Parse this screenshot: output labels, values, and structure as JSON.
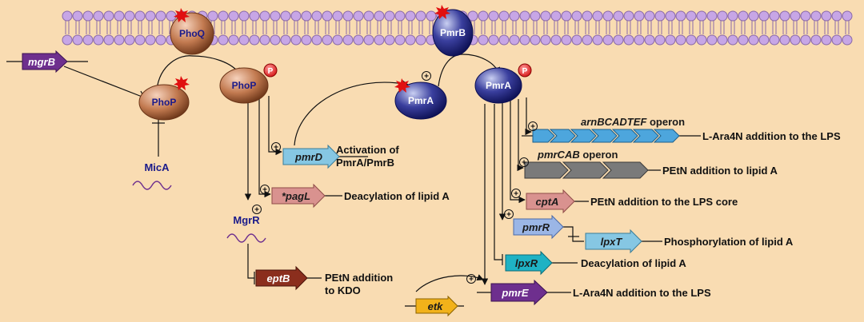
{
  "proteins": {
    "phoq": "PhoQ",
    "pmrb": "PmrB",
    "phop_inactive": "PhoP",
    "phop_active": "PhoP",
    "pmra_inactive": "PmrA",
    "pmra_active": "PmrA",
    "phospho_mark": "P"
  },
  "genes": {
    "mgrb": "mgrB",
    "pmrd": "pmrD",
    "pagl": "*pagL",
    "eptb": "eptB",
    "arn": "arnBCADTEF",
    "arn_suffix": " operon",
    "pmrcab": "pmrCAB",
    "pmrcab_suffix": " operon",
    "cpta": "cptA",
    "pmrr": "pmrR",
    "lpxt": "lpxT",
    "lpxr": "lpxR",
    "pmre": "pmrE",
    "etk": "etk"
  },
  "rnas": {
    "mica": "MicA",
    "mgrr": "MgrR"
  },
  "effects": {
    "pmrd_line1": "Activation of",
    "pmrd_line2": "PmrA/PmrB",
    "pagl": "Deacylation of lipid A",
    "eptb_line1": "PEtN addition",
    "eptb_line2": "to KDO",
    "arn": "L-Ara4N addition to the LPS",
    "pmrcab": "PEtN addition to lipid A",
    "cpta": "PEtN addition to the LPS core",
    "lpxt": "Phosphorylation of lipid A",
    "lpxr": "Deacylation of lipid A",
    "pmre": "L-Ara4N addition to the LPS"
  },
  "symbols": {
    "plus": "+"
  },
  "colors": {
    "background": "#f9dcb2",
    "membrane_head": "#c7a6e6",
    "phop_protein": "#c27a50",
    "pmra_protein": "#2b2f8c",
    "mgrb_gene": "#6e2f8e",
    "pmrd_gene": "#86c7e3",
    "pagl_gene": "#d9928f",
    "eptb_gene": "#8b2e1d",
    "arn_gene": "#4da6dd",
    "pmrcab_gene": "#7a7a7a",
    "cpta_gene": "#d9928f",
    "pmrr_gene": "#9bb6e6",
    "lpxt_gene": "#86c7e3",
    "lpxr_gene": "#1fb2c4",
    "pmre_gene": "#6e2f8e",
    "etk_gene": "#f2b21a"
  }
}
